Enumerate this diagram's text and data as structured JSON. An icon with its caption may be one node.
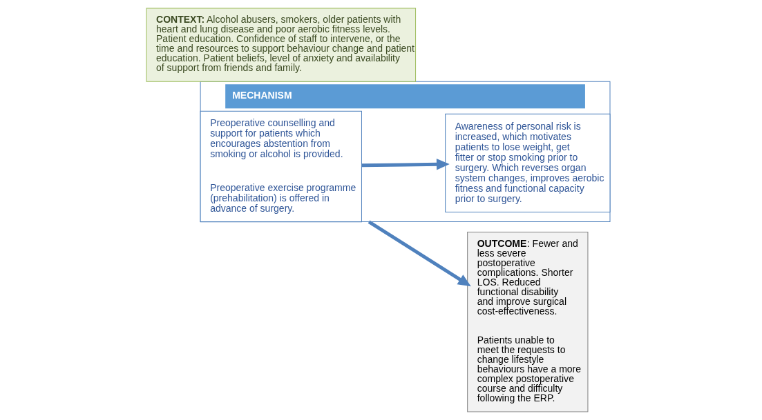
{
  "diagram": {
    "nodes": [
      {
        "text": [
          "MECHANISM"
        ]
      },
      {
        "text": [
          "Preoperative counselling and support for patients which encourages abstention from smoking or alcohol is provided.",
          "Preoperative exercise programme (prehabilitation) is offered in advance of surgery."
        ],
        "in": 0
      },
      {
        "text": [
          "Awareness of personal risk is increased, which motivates patients to lose weight, get fitter or stop smoking prior to surgery. Which reverses organ system changes, improves aerobic fitness and functional capacity prior to surgery."
        ],
        "in": 0
      },
      {
        "text": [
          "**OUTCOME**: Fewer and less severe postoperative complications. Shorter LOS. Reduced functional disability and improve surgical cost-effectiveness.",
          "Patients unable to meet the requests to change lifestyle behaviours have a more complex postoperative course and difficulty following the ERP."
        ]
      },
      {
        "text": [
          "**CONTEXT:** Alcohol abusers, smokers, older patients with heart and lung disease and poor aerobic fitness levels. Patient education. Confidence of staff to intervene, or the time and resources to support behaviour change and patient education. Patient beliefs, level of anxiety and availability of support from friends and family."
        ]
      }
    ],
    "edges": [
      {
        "from": 1,
        "to": 2,
        "arrow": "to"
      },
      {
        "from": 0,
        "to": 3,
        "arrow": "to"
      }
    ]
  }
}
